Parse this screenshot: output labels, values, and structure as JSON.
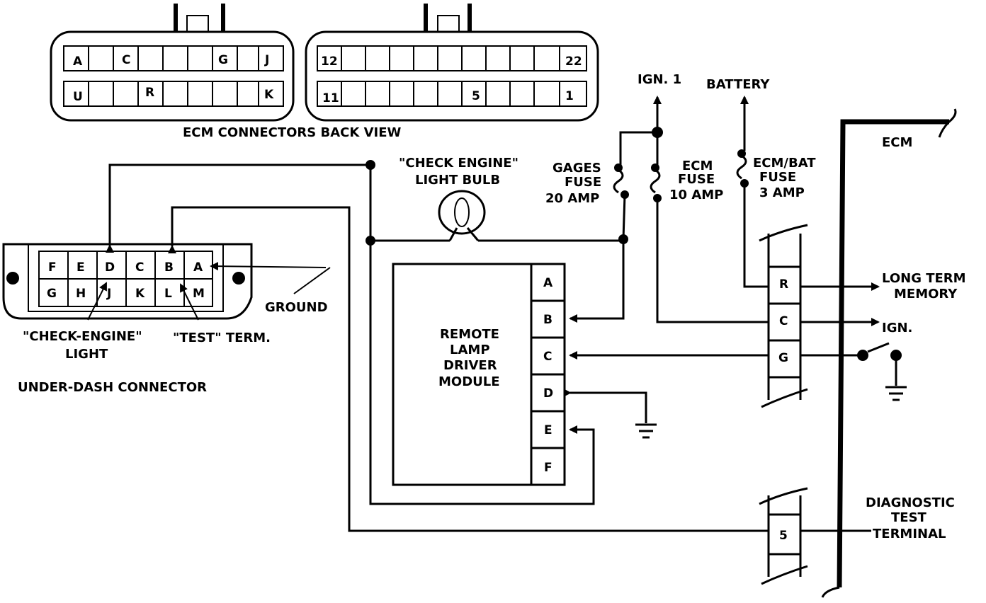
{
  "ecm_connectors": {
    "caption": "ECM CONNECTORS BACK VIEW",
    "left": {
      "top": [
        "A",
        "C",
        "G",
        "J"
      ],
      "bottom": [
        "U",
        "R",
        "K"
      ]
    },
    "right": {
      "top": [
        "12",
        "22"
      ],
      "bottom": [
        "11",
        "5",
        "1"
      ]
    }
  },
  "under_dash": {
    "title": "UNDER-DASH CONNECTOR",
    "top_pins": [
      "F",
      "E",
      "D",
      "C",
      "B",
      "A"
    ],
    "bottom_pins": [
      "G",
      "H",
      "J",
      "K",
      "L",
      "M"
    ],
    "ground_label": "GROUND",
    "check_engine_line1": "\"CHECK-ENGINE\"",
    "check_engine_line2": "LIGHT",
    "test_term": "\"TEST\" TERM."
  },
  "bulb": {
    "line1": "\"CHECK ENGINE\"",
    "line2": "LIGHT BULB"
  },
  "fuses": {
    "gages": {
      "line1": "GAGES",
      "line2": "FUSE",
      "line3": "20 AMP"
    },
    "ecm": {
      "line1": "ECM",
      "line2": "FUSE",
      "line3": "10 AMP"
    },
    "ecm_bat": {
      "line1": "ECM/BAT",
      "line2": "FUSE",
      "line3": "3 AMP"
    }
  },
  "ign1": "IGN. 1",
  "battery": "BATTERY",
  "module": {
    "line1": "REMOTE",
    "line2": "LAMP",
    "line3": "DRIVER",
    "line4": "MODULE",
    "pins": [
      "A",
      "B",
      "C",
      "D",
      "E",
      "F"
    ]
  },
  "ecm": {
    "label": "ECM",
    "terminals_upper": [
      "R",
      "C",
      "G"
    ],
    "terminal_lower": "5",
    "long_term_line1": "LONG TERM",
    "long_term_line2": "MEMORY",
    "ign": "IGN.",
    "diag_line1": "DIAGNOSTIC",
    "diag_line2": "TEST",
    "diag_line3": "TERMINAL"
  }
}
